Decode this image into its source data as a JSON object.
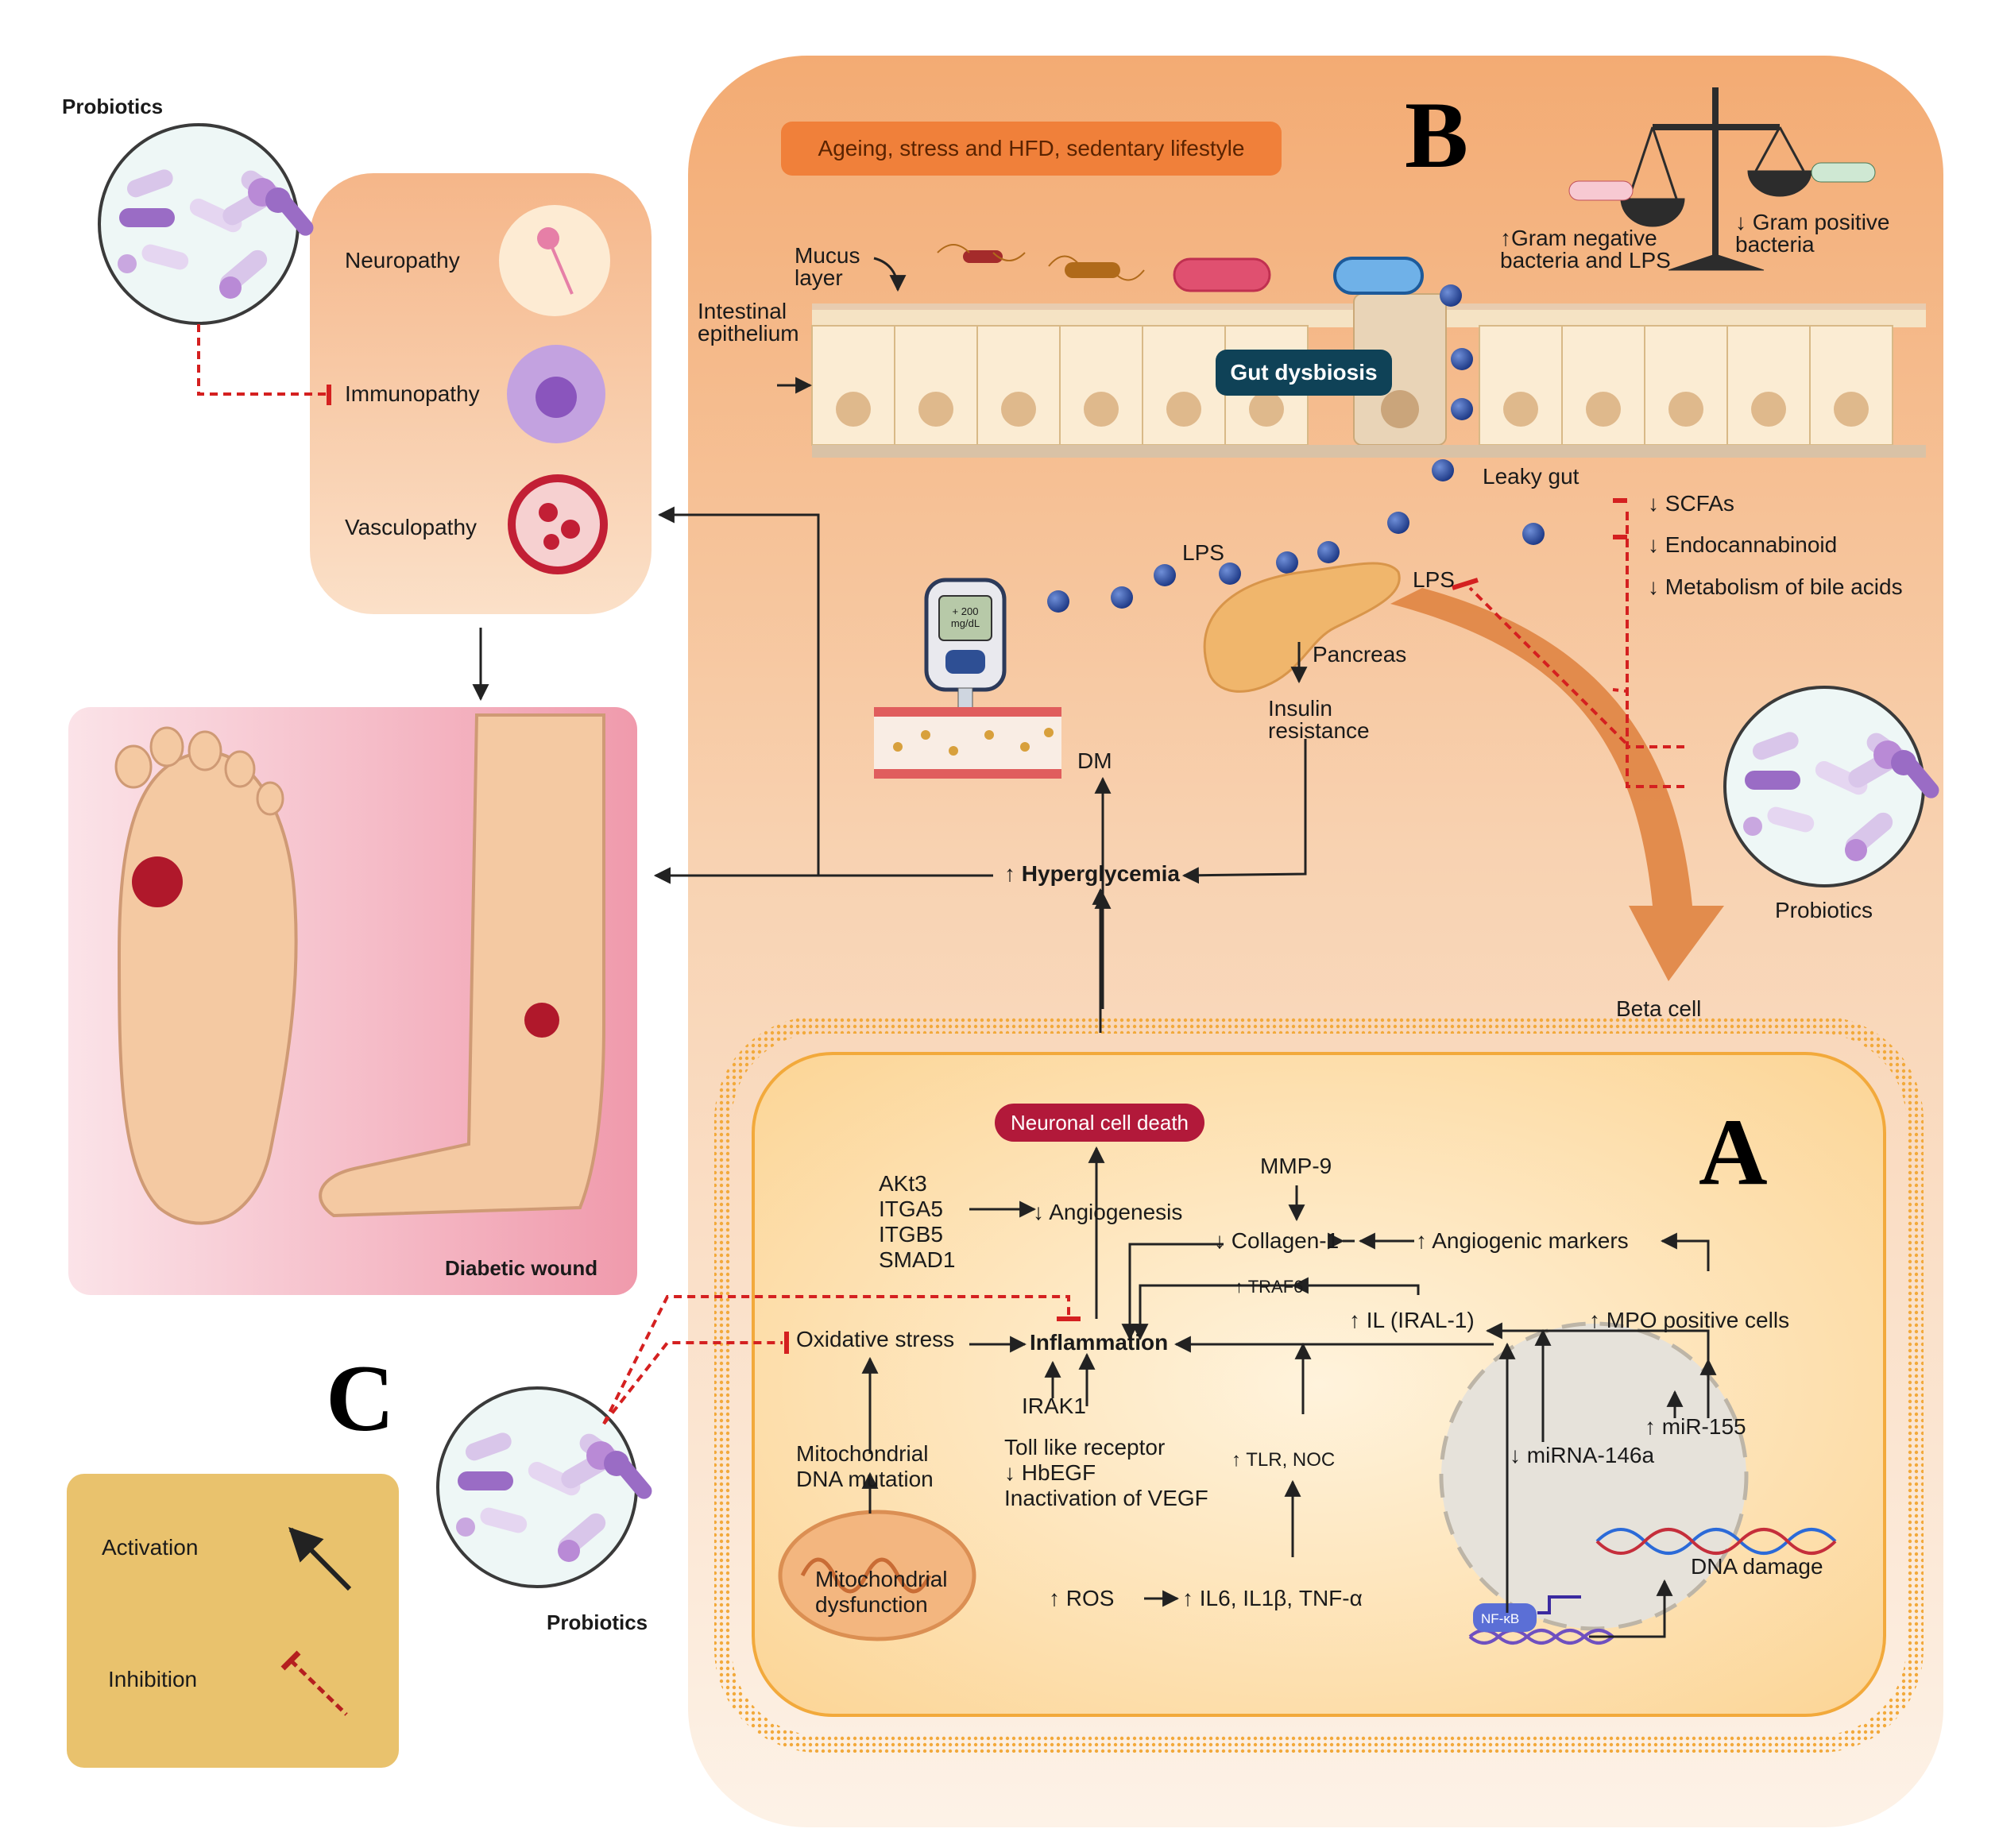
{
  "panel_letters": {
    "b": "B",
    "a": "A",
    "c": "C"
  },
  "panel_b": {
    "banner": "Ageing, stress and HFD, sedentary lifestyle",
    "mucus_layer": [
      "Mucus",
      "layer"
    ],
    "intestinal_epithelium": [
      "Intestinal",
      "epithelium"
    ],
    "gut_dysbiosis": "Gut dysbiosis",
    "leaky_gut": "Leaky gut",
    "lps_left": "LPS",
    "lps_right": "LPS",
    "pancreas": "Pancreas",
    "insulin_resistance": [
      "Insulin",
      "resistance"
    ],
    "dm": "DM",
    "glucometer_reading": [
      "+ 200",
      "mg/dL"
    ],
    "hyperglycemia": "↑ Hyperglycemia",
    "gram_negative": [
      "↑Gram negative",
      "bacteria and LPS"
    ],
    "gram_positive": [
      "↓ Gram positive",
      "bacteria"
    ],
    "scfas": "↓ SCFAs",
    "endocannabinoid": "↓ Endocannabinoid",
    "bile_acids": "↓ Metabolism of bile acids",
    "probiotics": "Probiotics",
    "beta_cell": "Beta cell"
  },
  "complications": {
    "probiotics": "Probiotics",
    "items": [
      "Neuropathy",
      "Immunopathy",
      "Vasculopathy"
    ],
    "diabetic_wound": "Diabetic wound"
  },
  "panel_a": {
    "neuronal_cell_death": "Neuronal cell death",
    "mmp9": "MMP-9",
    "genes": [
      "AKt3",
      "ITGA5",
      "ITGB5",
      "SMAD1"
    ],
    "angiogenesis": "↓ Angiogenesis",
    "collagen": "↓ Collagen-1",
    "angiogenic_markers": "↑ Angiogenic markers",
    "traf6": "↑ TRAF6",
    "il_iral": "↑ IL (IRAL-1)",
    "mpo": "↑ MPO positive cells",
    "oxidative_stress": "Oxidative stress",
    "inflammation": "Inflammation",
    "irak1": "IRAK1",
    "toll": [
      "Toll like receptor",
      "↓ HbEGF",
      "Inactivation of VEGF"
    ],
    "tlr_noc": "↑ TLR, NOC",
    "mir155": "↑ miR-155",
    "mirna146a": "↓ miRNA-146a",
    "mito_dna": [
      "Mitochondrial",
      "DNA mutation"
    ],
    "mito_dysfunction": [
      "Mitochondrial",
      "dysfunction"
    ],
    "ros": "↑ ROS",
    "cytokines": "↑ IL6, IL1β, TNF-α",
    "nfkb": "NF-κB",
    "dna_damage": "DNA damage"
  },
  "panel_c": {
    "probiotics": "Probiotics",
    "legend_activation": "Activation",
    "legend_inhibition": "Inhibition"
  },
  "colors": {
    "panel_b_bg": "#f6b98a",
    "banner": "#f0803a",
    "activation_arrow": "#222222",
    "inhibition": "#d42020",
    "cell_membrane": "#f2a93b",
    "legend_bg": "#e9c26d"
  }
}
